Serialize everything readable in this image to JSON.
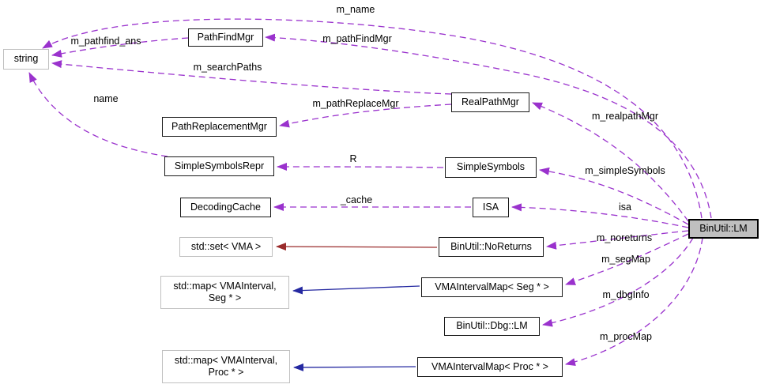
{
  "diagram_type": "doxygen-collaboration-graph",
  "colors": {
    "usage_edge": "#9a32cd",
    "public_inheritance_edge": "#2529a1",
    "private_inheritance_edge": "#9a2b2b",
    "current_node_fill": "#bfbfbf",
    "class_node_border": "#1a1a1a",
    "external_node_border": "#c0c0c0",
    "background": "#ffffff"
  },
  "nodes": [
    {
      "label": "string",
      "kind": "external"
    },
    {
      "label": "PathFindMgr",
      "kind": "class"
    },
    {
      "label": "RealPathMgr",
      "kind": "class"
    },
    {
      "label": "PathReplacementMgr",
      "kind": "class"
    },
    {
      "label": "SimpleSymbolsRepr",
      "kind": "class"
    },
    {
      "label": "SimpleSymbols",
      "kind": "class"
    },
    {
      "label": "DecodingCache",
      "kind": "class"
    },
    {
      "label": "ISA",
      "kind": "class"
    },
    {
      "label": "std::set< VMA >",
      "kind": "external"
    },
    {
      "label": "BinUtil::NoReturns",
      "kind": "class"
    },
    {
      "label": "std::map< VMAInterval, Seg * >",
      "line1": "std::map< VMAInterval,",
      "line2": "Seg * >",
      "kind": "external"
    },
    {
      "label": "VMAIntervalMap< Seg * >",
      "kind": "class"
    },
    {
      "label": "BinUtil::Dbg::LM",
      "kind": "class"
    },
    {
      "label": "std::map< VMAInterval, Proc * >",
      "line1": "std::map< VMAInterval,",
      "line2": "Proc * >",
      "kind": "external"
    },
    {
      "label": "VMAIntervalMap< Proc * >",
      "kind": "class"
    },
    {
      "label": "BinUtil::LM",
      "kind": "current"
    }
  ],
  "edges": [
    {
      "label": "m_name",
      "from": "BinUtil::LM",
      "to": "string",
      "type": "usage"
    },
    {
      "label": "m_pathFindMgr",
      "from": "BinUtil::LM",
      "to": "PathFindMgr",
      "type": "usage"
    },
    {
      "label": "m_pathfind_ans",
      "from": "PathFindMgr",
      "to": "string",
      "type": "usage"
    },
    {
      "label": "m_searchPaths",
      "from": "RealPathMgr",
      "to": "string",
      "type": "usage"
    },
    {
      "label": "m_pathReplaceMgr",
      "from": "RealPathMgr",
      "to": "PathReplacementMgr",
      "type": "usage"
    },
    {
      "label": "m_realpathMgr",
      "from": "BinUtil::LM",
      "to": "RealPathMgr",
      "type": "usage"
    },
    {
      "label": "name",
      "from": "SimpleSymbolsRepr",
      "to": "string",
      "type": "usage"
    },
    {
      "label": "R",
      "from": "SimpleSymbols",
      "to": "SimpleSymbolsRepr",
      "type": "usage"
    },
    {
      "label": "m_simpleSymbols",
      "from": "BinUtil::LM",
      "to": "SimpleSymbols",
      "type": "usage"
    },
    {
      "label": "_cache",
      "from": "ISA",
      "to": "DecodingCache",
      "type": "usage"
    },
    {
      "label": "isa",
      "from": "BinUtil::LM",
      "to": "ISA",
      "type": "usage"
    },
    {
      "label": "m_noreturns",
      "from": "BinUtil::LM",
      "to": "BinUtil::NoReturns",
      "type": "usage"
    },
    {
      "label": "m_segMap",
      "from": "BinUtil::LM",
      "to": "VMAIntervalMap< Seg * >",
      "type": "usage"
    },
    {
      "label": "m_dbgInfo",
      "from": "BinUtil::LM",
      "to": "BinUtil::Dbg::LM",
      "type": "usage"
    },
    {
      "label": "m_procMap",
      "from": "BinUtil::LM",
      "to": "VMAIntervalMap< Proc * >",
      "type": "usage"
    },
    {
      "label": "",
      "from": "BinUtil::NoReturns",
      "to": "std::set< VMA >",
      "type": "private-inheritance"
    },
    {
      "label": "",
      "from": "VMAIntervalMap< Seg * >",
      "to": "std::map< VMAInterval, Seg * >",
      "type": "public-inheritance"
    },
    {
      "label": "",
      "from": "VMAIntervalMap< Proc * >",
      "to": "std::map< VMAInterval, Proc * >",
      "type": "public-inheritance"
    }
  ]
}
